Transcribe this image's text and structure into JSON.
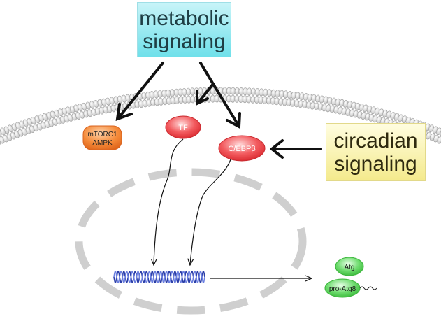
{
  "labels": {
    "metabolic_line1": "metabolic",
    "metabolic_line2": "signaling",
    "circadian_line1": "circadian",
    "circadian_line2": "signaling"
  },
  "nodes": {
    "mtorc1": "mTORC1",
    "ampk": "AMPK",
    "tf": "TF",
    "cebp": "C/EBPβ",
    "atg": "Atg",
    "pro_atg8": "pro-Atg8"
  },
  "colors": {
    "metabolic_box": "#6fe0ea",
    "circadian_box": "#f4ea8c",
    "red_protein": "#e8373d",
    "orange_kinase": "#f07a2a",
    "green_protein": "#4cd24c",
    "dna": "#2b3ea8",
    "nucleus_outline": "#cccccc",
    "membrane": "#bdbdbd"
  }
}
